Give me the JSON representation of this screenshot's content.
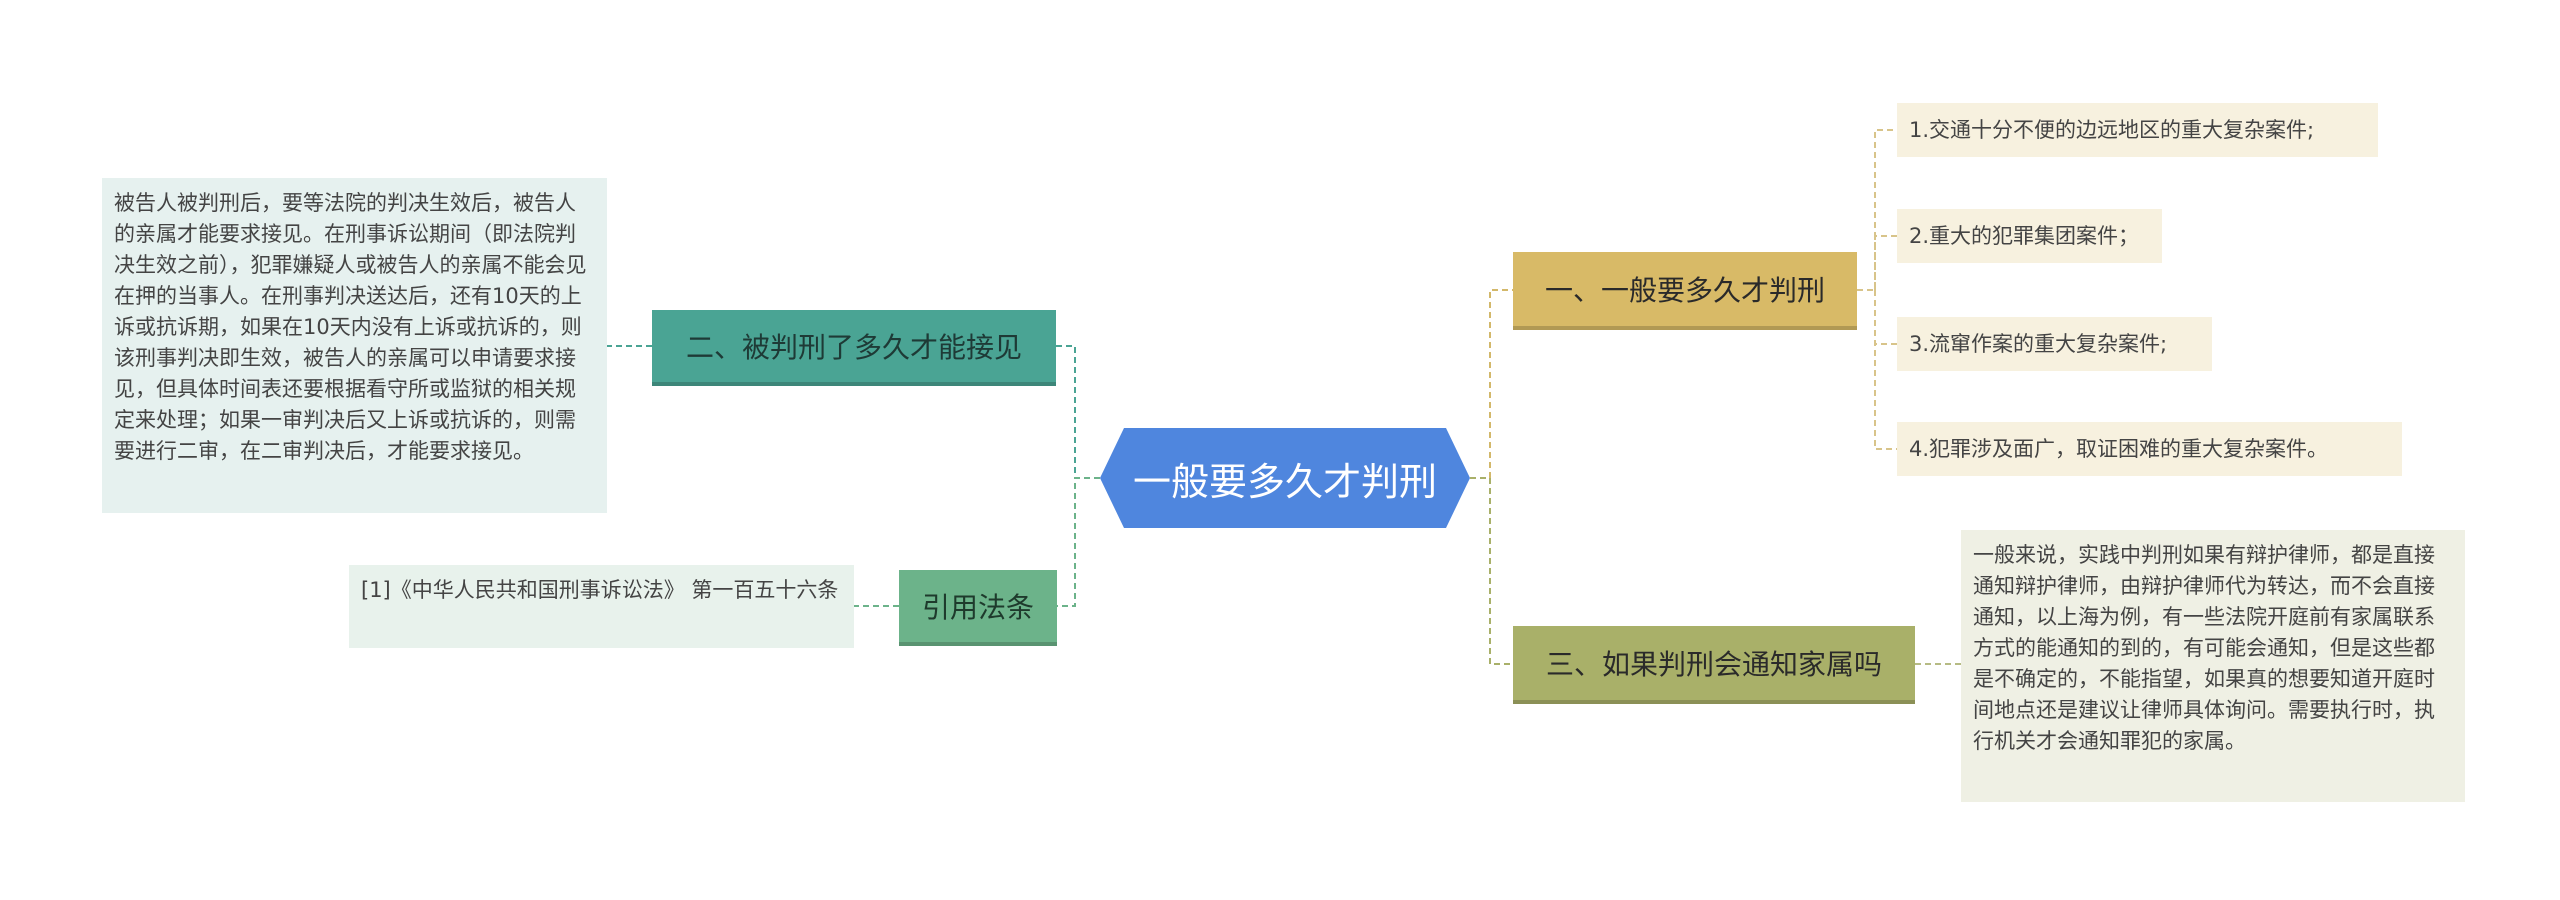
{
  "root": {
    "title": "一般要多久才判刑",
    "color": "#4f86de"
  },
  "branches": [
    {
      "label": "一、一般要多久才判刑",
      "color": "#d8ba67"
    },
    {
      "label": "二、被判刑了多久才能接见",
      "color": "#4aa494"
    },
    {
      "label": "三、如果判刑会通知家属吗",
      "color": "#a9b069"
    },
    {
      "label": "引用法条",
      "color": "#6cb38a"
    }
  ],
  "leaves_b1": [
    "1.交通十分不便的边远地区的重大复杂案件;",
    "2.重大的犯罪集团案件；",
    "3.流窜作案的重大复杂案件;",
    "4.犯罪涉及面广，取证困难的重大复杂案件。"
  ],
  "leaf_b2": "被告人被判刑后，要等法院的判决生效后，被告人的亲属才能要求接见。在刑事诉讼期间（即法院判决生效之前），犯罪嫌疑人或被告人的亲属不能会见在押的当事人。在刑事判决送达后，还有10天的上诉或抗诉期，如果在10天内没有上诉或抗诉的，则该刑事判决即生效，被告人的亲属可以申请要求接见，但具体时间表还要根据看守所或监狱的相关规定来处理；如果一审判决后又上诉或抗诉的，则需要进行二审，在二审判决后，才能要求接见。",
  "leaf_b3": "一般来说，实践中判刑如果有辩护律师，都是直接通知辩护律师，由辩护律师代为转达，而不会直接通知，以上海为例，有一些法院开庭前有家属联系方式的能通知的到的，有可能会通知，但是这些都是不确定的，不能指望，如果真的想要知道开庭时间地点还是建议让律师具体询问。需要执行时，执行机关才会通知罪犯的家属。",
  "leaf_b4": "[1]《中华人民共和国刑事诉讼法》 第一百五十六条"
}
